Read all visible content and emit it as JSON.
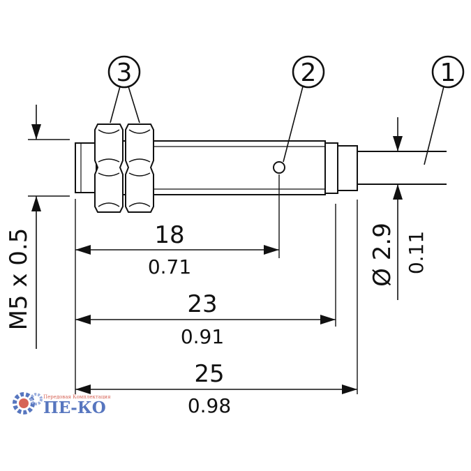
{
  "callouts": [
    {
      "id": "1",
      "label": "1"
    },
    {
      "id": "2",
      "label": "2"
    },
    {
      "id": "3",
      "label": "3"
    }
  ],
  "dimensions": {
    "length_18": {
      "mm": "18",
      "in": "0.71"
    },
    "length_23": {
      "mm": "23",
      "in": "0.91"
    },
    "length_25": {
      "mm": "25",
      "in": "0.98"
    },
    "cable_diameter": {
      "mm": "Ø 2.9",
      "in": "0.11"
    },
    "thread": {
      "label": "M5 x 0.5"
    }
  },
  "logo": {
    "brand": "ПЕ-КО",
    "tagline": "Передовая Комплектация"
  },
  "colors": {
    "line": "#111111",
    "logo_blue": "#3a5fb5",
    "logo_red": "#d04a3a"
  }
}
